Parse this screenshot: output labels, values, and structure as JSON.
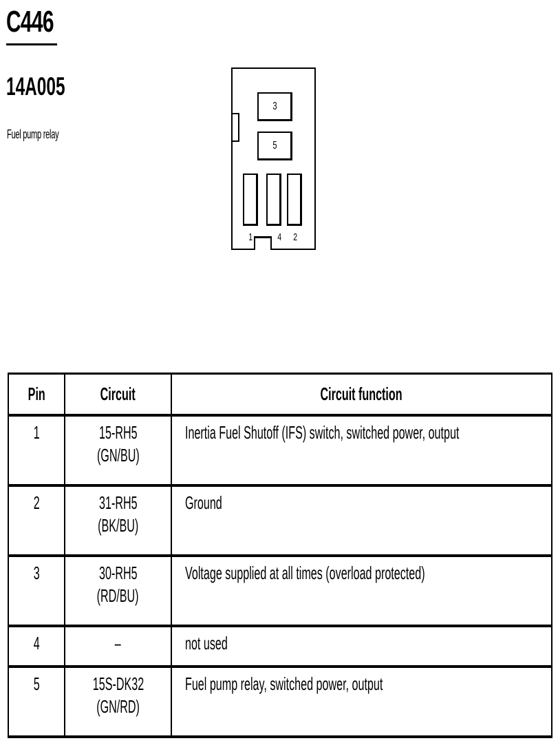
{
  "header": {
    "connector_id": "C446",
    "part_number": "14A005",
    "description": "Fuel pump relay"
  },
  "connector_diagram": {
    "cavities": [
      {
        "label": "3",
        "shape": "square"
      },
      {
        "label": "5",
        "shape": "square"
      },
      {
        "label": "1",
        "shape": "slot"
      },
      {
        "label": "4",
        "shape": "slot"
      },
      {
        "label": "2",
        "shape": "slot"
      }
    ]
  },
  "table": {
    "columns": [
      "Pin",
      "Circuit",
      "Circuit function"
    ],
    "rows": [
      {
        "pin": "1",
        "circuit": "15-RH5",
        "color": "(GN/BU)",
        "function": "Inertia Fuel Shutoff (IFS) switch, switched power, output"
      },
      {
        "pin": "2",
        "circuit": "31-RH5",
        "color": "(BK/BU)",
        "function": "Ground"
      },
      {
        "pin": "3",
        "circuit": "30-RH5",
        "color": "(RD/BU)",
        "function": "Voltage supplied at all times (overload protected)"
      },
      {
        "pin": "4",
        "circuit": "–",
        "color": "",
        "function": "not used"
      },
      {
        "pin": "5",
        "circuit": "15S-DK32",
        "color": "(GN/RD)",
        "function": "Fuel pump relay, switched power, output"
      }
    ]
  }
}
